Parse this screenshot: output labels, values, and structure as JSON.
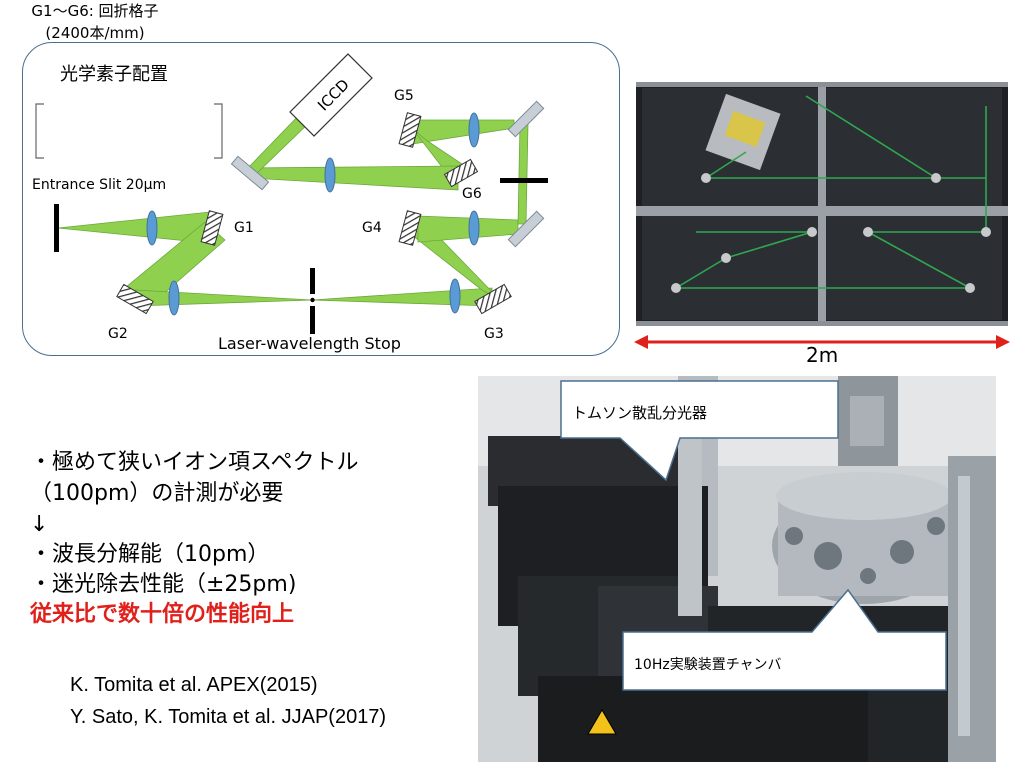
{
  "diagram": {
    "title": "光学素子配置",
    "legend_line1": "G1～G6: 回折格子",
    "legend_line2": "(2400本/mm)",
    "entrance_slit": "Entrance Slit 20μm",
    "detector": "ICCD",
    "gratings": [
      "G1",
      "G2",
      "G3",
      "G4",
      "G5",
      "G6"
    ],
    "stop": "Laser-wavelength  Stop",
    "beam_color": "#8fd14f",
    "lens_color": "#5b9bd5"
  },
  "photo_top": {
    "scale_label": "2m",
    "arrow_color": "#e0201b"
  },
  "photo_bottom": {
    "callout1": "トムソン散乱分光器",
    "callout2": "10Hz実験装置チャンバ"
  },
  "notes": {
    "line1": "・極めて狭いイオン項スペクトル",
    "line2": "（100pm）の計測が必要",
    "line3": "↓",
    "line4": "・波長分解能（10pm）",
    "line5": "・迷光除去性能（±25pm)",
    "highlight": "従来比で数十倍の性能向上",
    "highlight_color": "#e0201b"
  },
  "references": {
    "ref1": "K. Tomita et al. APEX(2015)",
    "ref2": "Y. Sato, K. Tomita et al. JJAP(2017)"
  }
}
